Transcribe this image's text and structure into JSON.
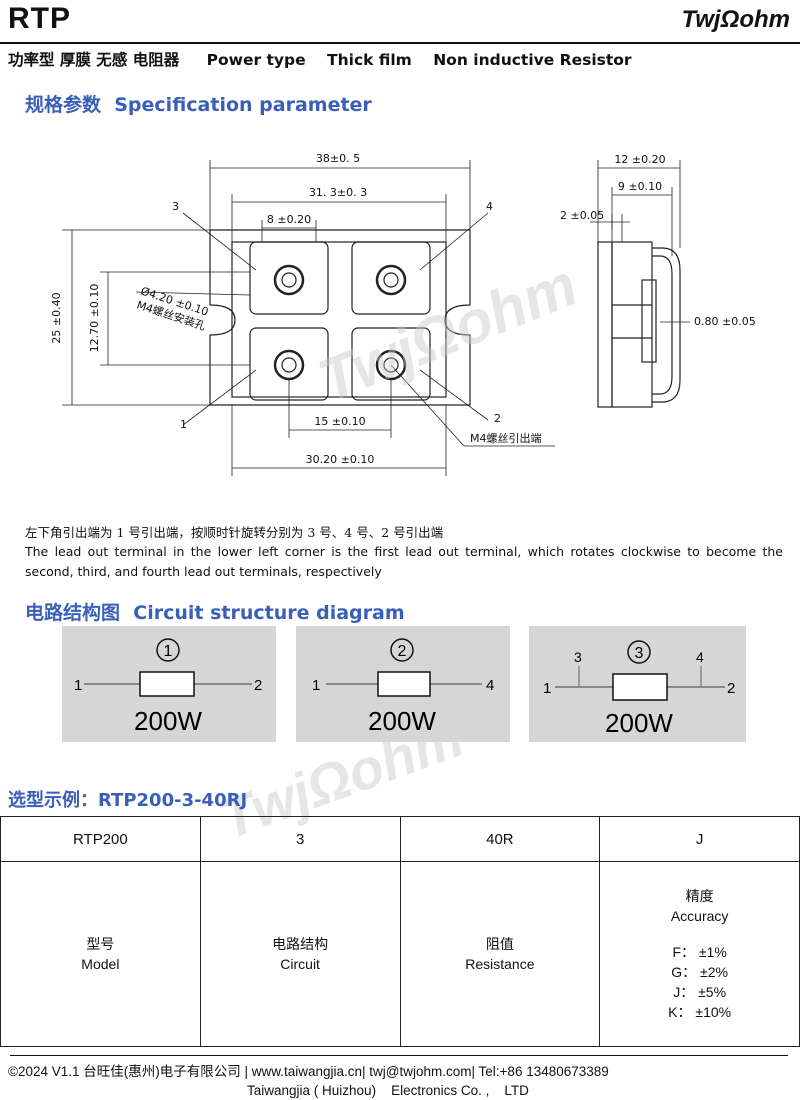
{
  "header": {
    "title": "RTP",
    "logo": "TwjΩohm",
    "subtitle_cn": "功率型 厚膜 无感 电阻器",
    "subtitle_en1": "Power type",
    "subtitle_en2": "Thick film",
    "subtitle_en3": "Non inductive Resistor"
  },
  "spec_section": {
    "heading_cn": "规格参数",
    "heading_en": "Specification parameter"
  },
  "drawing": {
    "dim_width": "38±0. 5",
    "dim_inner": "31. 3±0. 3",
    "dim_pad": "8 ±0.20",
    "dim_height": "25 ±0.40",
    "dim_half_height": "12.70 ±0.10",
    "dim_hole_spacing": "15 ±0.10",
    "dim_bottom": "30.20 ±0.10",
    "hole_label_1": "Ø4.20 ±0.10",
    "hole_label_2": "M4螺丝安装孔",
    "terminal_label": "M4螺丝引出端",
    "pin_1": "1",
    "pin_2": "2",
    "pin_3": "3",
    "pin_4": "4",
    "side_dim_1": "12 ±0.20",
    "side_dim_2": "9 ±0.10",
    "side_dim_3": "2 ±0.05",
    "side_dim_4": "0.80 ±0.05"
  },
  "note": {
    "cn": "左下角引出端为 1 号引出端，按顺时针旋转分别为 3 号、4 号、2 号引出端",
    "en": "The lead out terminal in the lower left corner is the first lead out terminal, which rotates clockwise to become the second, third, and fourth lead out terminals, respectively"
  },
  "circuit_section": {
    "heading_cn": "电路结构图",
    "heading_en": "Circuit structure diagram",
    "panels": [
      {
        "number": "1",
        "left_pin": "1",
        "right_pin": "2",
        "power": "200W"
      },
      {
        "number": "2",
        "left_pin": "1",
        "right_pin": "4",
        "power": "200W"
      },
      {
        "number": "3",
        "left_pin": "1",
        "right_pin": "2",
        "top_left_pin": "3",
        "top_right_pin": "4",
        "power": "200W"
      }
    ]
  },
  "example": {
    "heading": "选型示例：RTP200-3-40RJ",
    "row1": [
      "RTP200",
      "3",
      "40R",
      "J"
    ],
    "model_cn": "型号",
    "model_en": "Model",
    "circuit_cn": "电路结构",
    "circuit_en": "Circuit",
    "resistance_cn": "阻值",
    "resistance_en": "Resistance",
    "accuracy_cn": "精度",
    "accuracy_en": "Accuracy",
    "accuracy_options": [
      "F：  ±1%",
      "G：  ±2%",
      "J：  ±5%",
      "K：  ±10%"
    ]
  },
  "footer": {
    "line1": "©2024 V1.1        台旺佳(惠州)电子有限公司 | www.taiwangjia.cn| twj@twjohm.com| Tel:+86    13480673389",
    "line2": "Taiwangjia ( Huizhou)    Electronics Co. ,    LTD"
  },
  "watermark": "TwjΩohm"
}
